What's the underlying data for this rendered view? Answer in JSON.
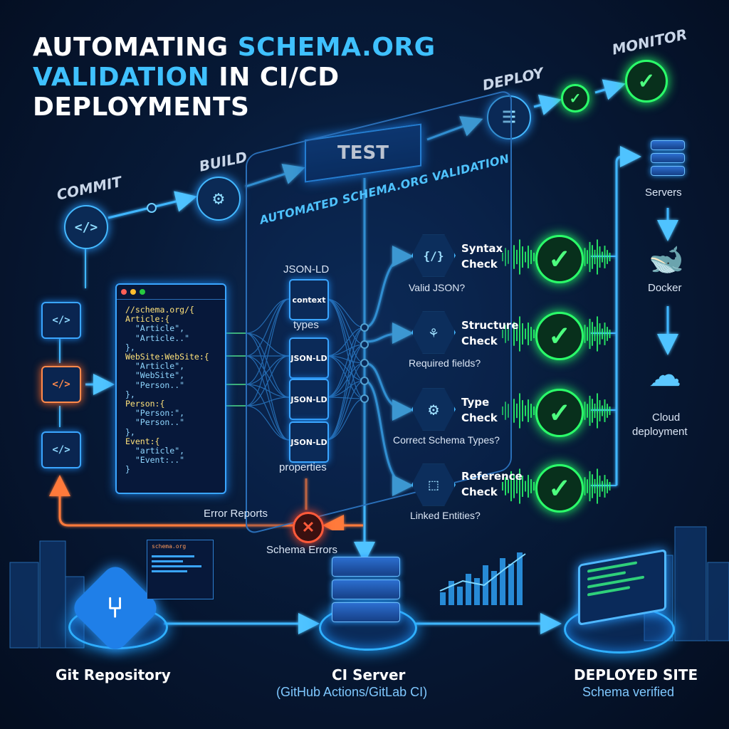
{
  "title": {
    "line1_part1": "Automating",
    "line1_highlight": "Schema.org",
    "line2_highlight": "Validation",
    "line2_part2": "in CI/CD",
    "line3": "Deployments"
  },
  "pipeline": {
    "commit": "COMMIT",
    "build": "BUILD",
    "test": "TEST",
    "deploy": "DEPLOY",
    "monitor": "MONITOR"
  },
  "validation": {
    "title": "AUTOMATED SCHEMA.ORG VALIDATION",
    "jsonld_header": "JSON-LD",
    "docs": [
      "context",
      "JSON-LD",
      "JSON-LD",
      "JSON-LD"
    ],
    "types_label": "types",
    "properties_label": "properties",
    "checks": [
      {
        "name": "Syntax",
        "name2": "Check",
        "question": "Valid JSON?"
      },
      {
        "name": "Structure",
        "name2": "Check",
        "question": "Required fields?"
      },
      {
        "name": "Type",
        "name2": "Check",
        "question": "Correct Schema Types?"
      },
      {
        "name": "Reference",
        "name2": "Check",
        "question": "Linked Entities?"
      }
    ]
  },
  "code_lines": [
    "//schema.org/{",
    "Article:{",
    "  \"Article\",",
    "  \"Article..\"",
    "},",
    "WebSite:WebSite:{",
    "  \"Article\",",
    "  \"WebSite\",",
    "  \"Person..\"",
    "},",
    "Person:{",
    "  \"Person:\",",
    "  \"Person..\"",
    "},",
    "Event:{",
    "  \"article\",",
    "  \"Event:..\"",
    "}"
  ],
  "errors": {
    "error_reports": "Error Reports",
    "schema_errors": "Schema Errors"
  },
  "infrastructure": {
    "servers": "Servers",
    "docker": "Docker",
    "cloud_line1": "Cloud",
    "cloud_line2": "deployment"
  },
  "bottom": {
    "git_repo": "Git Repository",
    "ci_server": "CI Server",
    "ci_sub": "(GitHub Actions/GitLab CI)",
    "deployed_site": "DEPLOYED SITE",
    "deployed_sub": "Schema verified",
    "mini_screen_text": "schema.org"
  },
  "icons": {
    "code": "code-brackets-icon",
    "gear": "gear-icon",
    "server": "server-icon",
    "check": "checkmark-icon",
    "docker": "docker-whale-icon",
    "cloud": "cloud-upload-icon",
    "error": "error-x-icon",
    "git": "git-branch-icon"
  },
  "colors": {
    "accent_blue": "#3fc1ff",
    "success_green": "#2bff6a",
    "error_orange": "#ff5a3a",
    "background": "#06142b"
  }
}
